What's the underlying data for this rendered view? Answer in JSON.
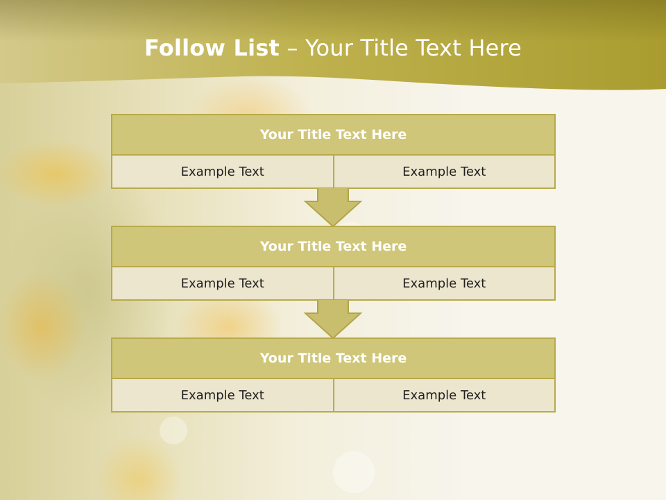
{
  "slide": {
    "title_bold": "Follow List",
    "title_rest": " – Your Title Text Here"
  },
  "blocks": [
    {
      "title": "Your Title Text Here",
      "cells": [
        "Example Text",
        "Example Text"
      ]
    },
    {
      "title": "Your Title Text Here",
      "cells": [
        "Example Text",
        "Example Text"
      ]
    },
    {
      "title": "Your Title Text Here",
      "cells": [
        "Example Text",
        "Example Text"
      ]
    }
  ],
  "colors": {
    "header_band": "#a89c34",
    "block_title_fill": "#cfc679",
    "block_cell_fill": "#ece6cf",
    "block_border": "#b8aa4a",
    "arrow_fill": "#c9be6e"
  }
}
